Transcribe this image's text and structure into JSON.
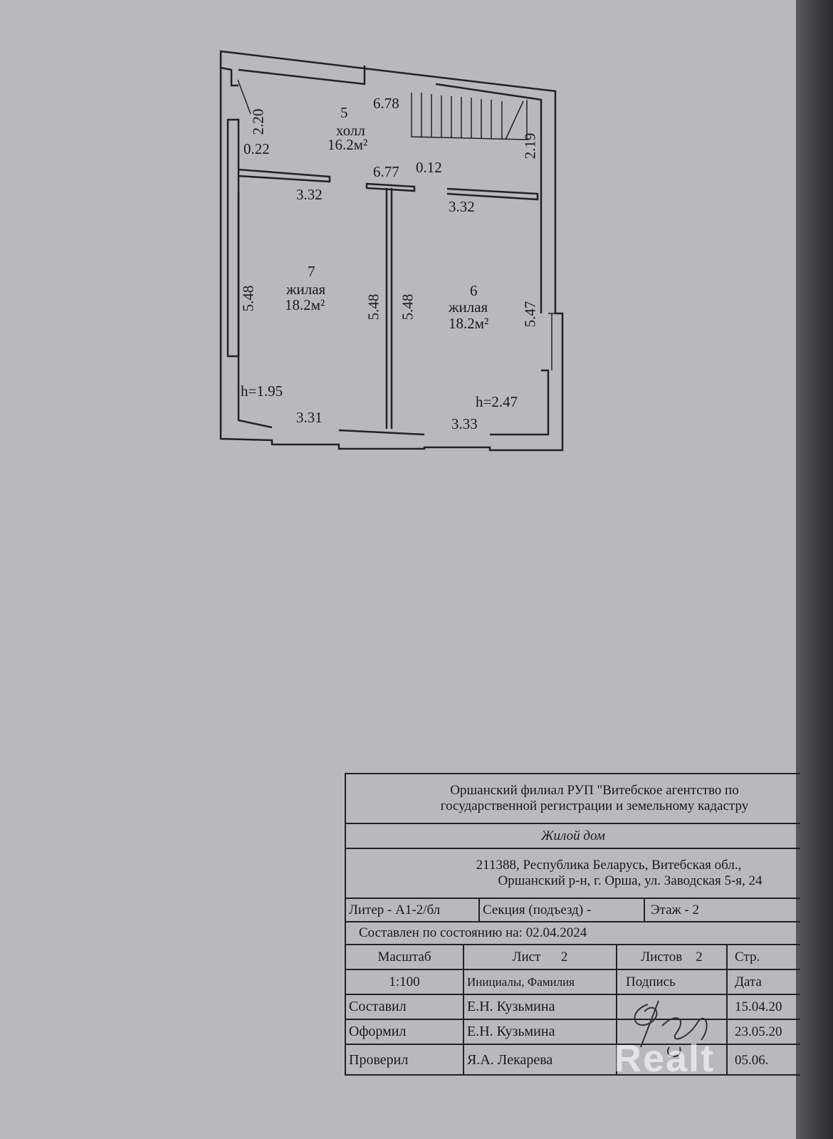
{
  "plan": {
    "rooms": [
      {
        "number": "5",
        "type": "холл",
        "area": "16.2м²"
      },
      {
        "number": "7",
        "type": "жилая",
        "area": "18.2м²"
      },
      {
        "number": "6",
        "type": "жилая",
        "area": "18.2м²"
      }
    ],
    "dimensions": {
      "top_hall": "6.78",
      "hall_inner": "6.77",
      "wall_thk": "0.12",
      "left_hall_h": "2.20",
      "left_small": "0.22",
      "stair_h": "2.19",
      "r7_top": "3.32",
      "r6_top": "3.32",
      "r7_left": "5.48",
      "r7_right": "5.48",
      "r6_left": "5.48",
      "r6_right": "5.47",
      "r7_bottom": "3.31",
      "r6_bottom": "3.33",
      "r7_height": "h=1.95",
      "r6_height": "h=2.47"
    }
  },
  "title_block": {
    "org_line1": "Оршанский филиал РУП \"Витебское агентство по",
    "org_line2": "государственной регистрации и земельному кадастру",
    "object": "Жилой дом",
    "address_line1": "211388, Республика Беларусь, Витебская обл.,",
    "address_line2": "Оршанский р-н, г. Орша, ул. Заводская 5-я, 24",
    "liter": "Литер - А1-2/бл",
    "section": "Секция (подъезд) -",
    "floor": "Этаж - 2",
    "state_date": "Составлен по состоянию на: 02.04.2024",
    "scale_label": "Масштаб",
    "scale_value": "1:100",
    "sheet": "Лист      2",
    "sheets": "Листов    2",
    "page": "Стр.",
    "col_name": "Инициалы, Фамилия",
    "col_sign": "Подпись",
    "col_date": "Дата",
    "rows": [
      {
        "role": "Составил",
        "name": "Е.Н. Кузьмина",
        "date": "15.04.20"
      },
      {
        "role": "Оформил",
        "name": "Е.Н. Кузьмина",
        "date": "23.05.20"
      },
      {
        "role": "Проверил",
        "name": "Я.А. Лекарева",
        "date": "05.06."
      }
    ]
  },
  "watermark": "Realt"
}
